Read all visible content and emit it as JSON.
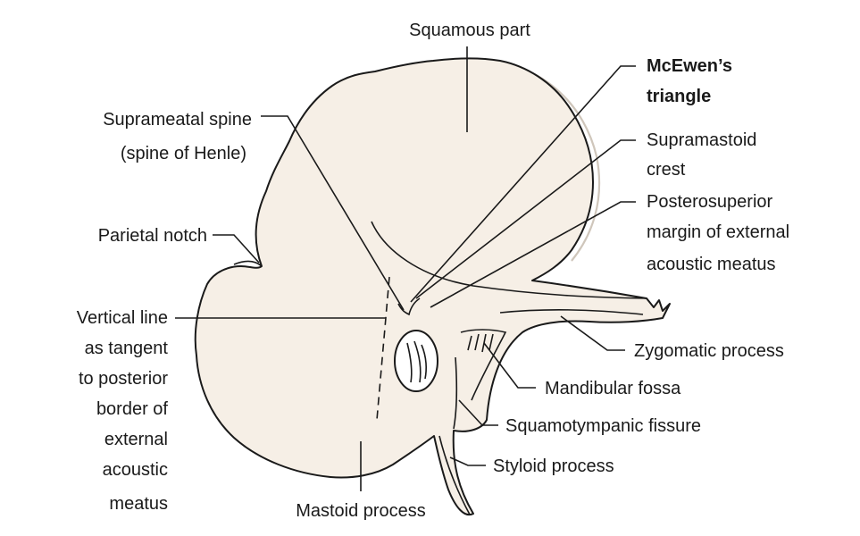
{
  "colors": {
    "bone": "#f6efe6",
    "line": "#1a1a1a",
    "shadow": "#cfc6bb"
  },
  "labels": {
    "squamous_part": "Squamous part",
    "mcewens_triangle": [
      "McEwen’s",
      "triangle"
    ],
    "suprameatal_spine": [
      "Suprameatal spine",
      "(spine of Henle)"
    ],
    "supramastoid_crest": [
      "Supramastoid",
      "crest"
    ],
    "posterosuperior_margin": [
      "Posterosuperior",
      "margin of external",
      "acoustic meatus"
    ],
    "parietal_notch": "Parietal notch",
    "vertical_line": [
      "Vertical line",
      "as tangent",
      "to posterior",
      "border of",
      "external",
      "acoustic",
      "meatus"
    ],
    "zygomatic_process": "Zygomatic process",
    "mandibular_fossa": "Mandibular fossa",
    "squamotympanic_fissure": "Squamotympanic fissure",
    "styloid_process": "Styloid process",
    "mastoid_process": "Mastoid process"
  }
}
